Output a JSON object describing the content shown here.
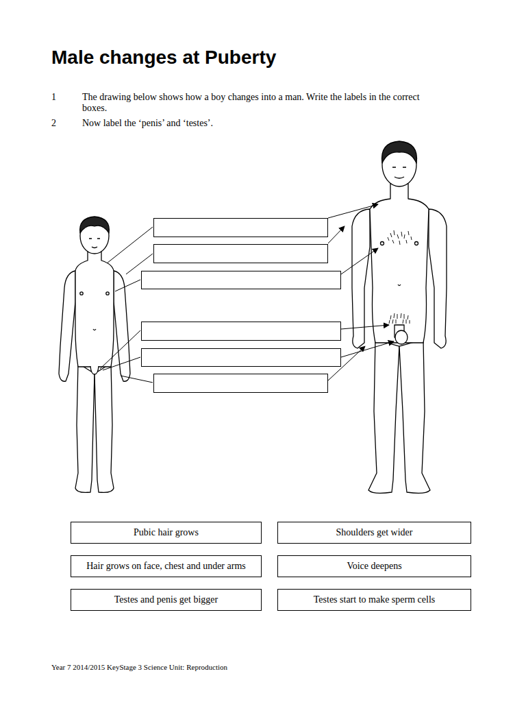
{
  "diagram": {
    "title": "Male changes at Puberty",
    "nodes": [
      {
        "text": [
          "Pubic hair grows"
        ]
      },
      {
        "text": [
          "Shoulders get wider"
        ]
      },
      {
        "text": [
          "Hair grows on face, chest and under arms"
        ]
      },
      {
        "text": [
          "Voice deepens"
        ]
      },
      {
        "text": [
          "Testes and penis get bigger"
        ]
      },
      {
        "text": [
          "Testes start to make sperm cells"
        ]
      }
    ],
    "labels": [
      "1",
      "The drawing below shows how a boy changes into a man. Write the labels in the correct boxes.",
      "2",
      "Now label the ‘penis’ and ‘testes’.",
      "Year 7 2014/2015 KeyStage 3 Science Unit: Reproduction"
    ]
  }
}
